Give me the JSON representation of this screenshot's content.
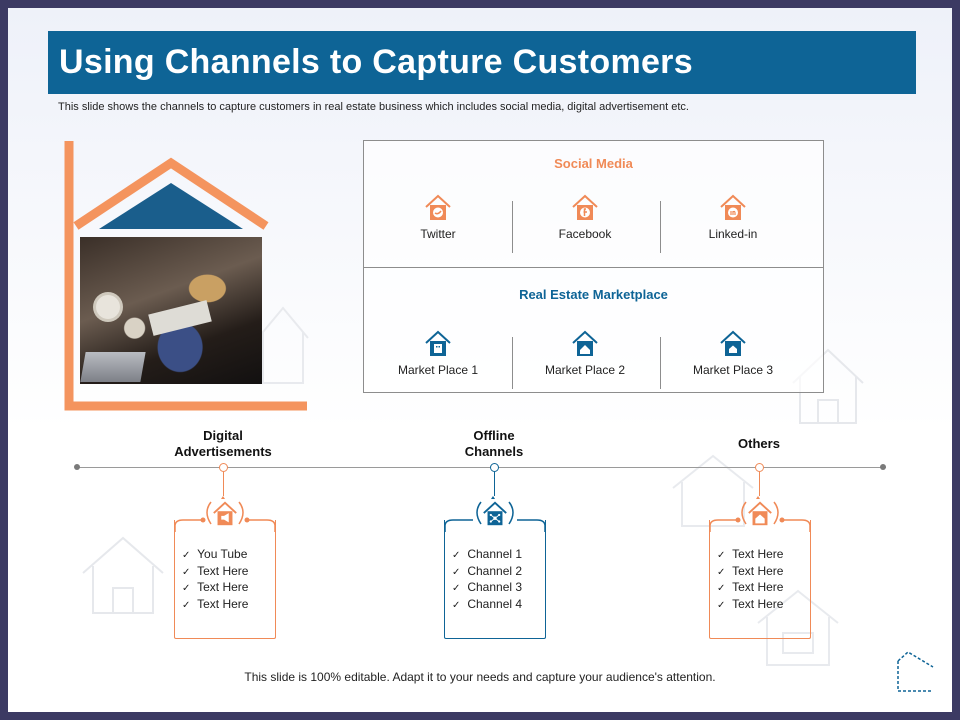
{
  "title": "Using Channels to Capture Customers",
  "subtitle": "This slide shows the channels to capture customers in real estate business which includes social media, digital advertisement etc.",
  "colors": {
    "orange": "#f08a57",
    "blue": "#0e6496",
    "dark_blue": "#1a5e8c"
  },
  "social_media": {
    "title": "Social Media",
    "items": [
      {
        "label": "Twitter",
        "icon": "twitter-house-icon"
      },
      {
        "label": "Facebook",
        "icon": "facebook-house-icon"
      },
      {
        "label": "Linked-in",
        "icon": "linkedin-house-icon"
      }
    ]
  },
  "marketplace": {
    "title": "Real Estate Marketplace",
    "items": [
      {
        "label": "Market Place 1",
        "icon": "building-house-icon"
      },
      {
        "label": "Market Place 2",
        "icon": "home-house-icon"
      },
      {
        "label": "Market Place 3",
        "icon": "cottage-house-icon"
      }
    ]
  },
  "columns": [
    {
      "heading_line1": "Digital",
      "heading_line2": "Advertisements",
      "icon": "megaphone-house-icon",
      "items": [
        "You Tube",
        "Text Here",
        "Text Here",
        "Text Here"
      ]
    },
    {
      "heading_line1": "Offline",
      "heading_line2": "Channels",
      "icon": "network-house-icon",
      "items": [
        "Channel 1",
        "Channel 2",
        "Channel 3",
        "Channel 4"
      ]
    },
    {
      "heading_line1": "Others",
      "heading_line2": "",
      "icon": "home-house-icon",
      "items": [
        "Text Here",
        "Text Here",
        "Text Here",
        "Text Here"
      ]
    }
  ],
  "footer": "This slide is 100% editable. Adapt it to your needs and capture your audience's attention.",
  "check_glyph": "✓"
}
